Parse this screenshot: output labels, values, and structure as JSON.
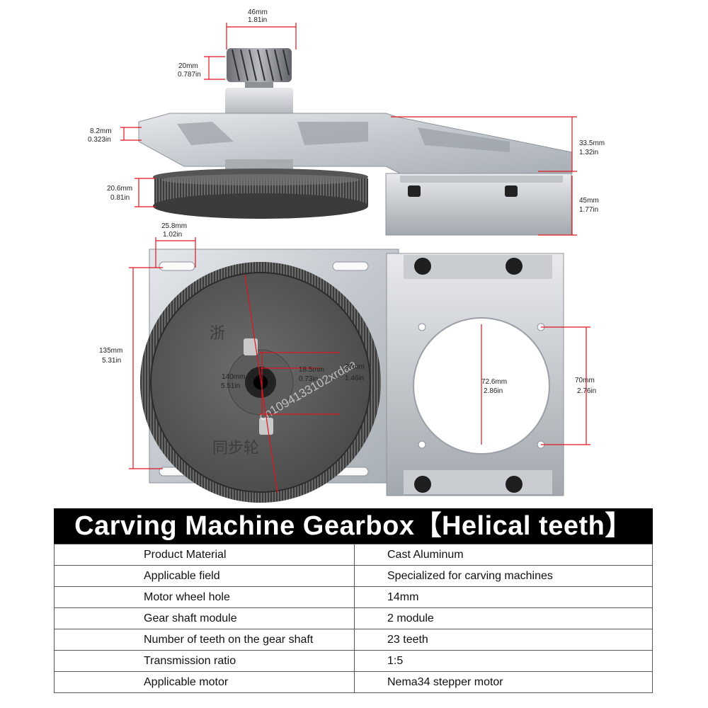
{
  "dimensions": {
    "gear_width": {
      "mm": "46mm",
      "in": "1.81in"
    },
    "gear_height": {
      "mm": "20mm",
      "in": "0.787in"
    },
    "plate_thickness": {
      "mm": "8.2mm",
      "in": "0.323in"
    },
    "pulley_width": {
      "mm": "20.6mm",
      "in": "0.81in"
    },
    "upper_height": {
      "mm": "33.5mm",
      "in": "1.32in"
    },
    "lower_height": {
      "mm": "45mm",
      "in": "1.77in"
    },
    "slot_width": {
      "mm": "25.8mm",
      "in": "1.02in"
    },
    "plate_height": {
      "mm": "135mm",
      "in": "5.31in"
    },
    "pulley_diameter": {
      "mm": "140mm",
      "in": "5.51in"
    },
    "hub_diameter": {
      "mm": "18.5mm",
      "in": "0.73in"
    },
    "hub_offset": {
      "mm": "37mm",
      "in": "1.46in"
    },
    "motor_bore": {
      "mm": "72.6mm",
      "in": "2.86in"
    },
    "motor_holes": {
      "mm": "70mm",
      "in": "2.76in"
    }
  },
  "pulley_characters": [
    "浙",
    "同步轮"
  ],
  "watermark": "cn1094133102xrdaa",
  "title": "Carving Machine Gearbox【Helical teeth】",
  "specs": [
    {
      "label": "Product Material",
      "value": "Cast Aluminum"
    },
    {
      "label": "Applicable field",
      "value": "Specialized for carving machines"
    },
    {
      "label": "Motor wheel hole",
      "value": "14mm"
    },
    {
      "label": "Gear shaft module",
      "value": "2 module"
    },
    {
      "label": "Number of teeth on the gear shaft",
      "value": "23 teeth"
    },
    {
      "label": "Transmission ratio",
      "value": "1:5"
    },
    {
      "label": "Applicable motor",
      "value": "Nema34 stepper motor"
    }
  ],
  "colors": {
    "dimension_line": "#e0141e",
    "banner_bg": "#000000",
    "banner_text": "#ffffff"
  }
}
